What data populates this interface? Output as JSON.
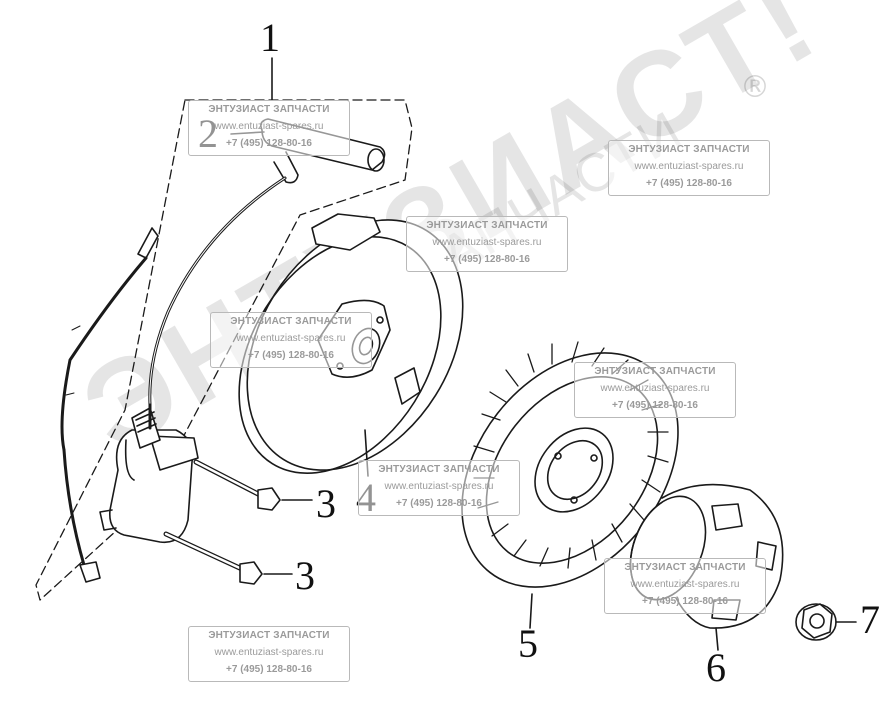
{
  "callouts": {
    "c1": "1",
    "c2": "2",
    "c3a": "3",
    "c3b": "3",
    "c4": "4",
    "c5": "5",
    "c6": "6",
    "c7": "7"
  },
  "watermark": {
    "big_text": "ЭНТУЗИАСТ!",
    "small_text": "ЗАПЧАСТИ",
    "registered_mark": "®"
  },
  "stamps": [
    {
      "name": "ЭНТУЗИАСТ ЗАПЧАСТИ",
      "url": "www.entuziast-spares.ru",
      "phone": "+7 (495) 128-80-16"
    },
    {
      "name": "ЭНТУЗИАСТ ЗАПЧАСТИ",
      "url": "www.entuziast-spares.ru",
      "phone": "+7 (495) 128-80-16"
    },
    {
      "name": "ЭНТУЗИАСТ ЗАПЧАСТИ",
      "url": "www.entuziast-spares.ru",
      "phone": "+7 (495) 128-80-16"
    },
    {
      "name": "ЭНТУЗИАСТ ЗАПЧАСТИ",
      "url": "www.entuziast-spares.ru",
      "phone": "+7 (495) 128-80-16"
    },
    {
      "name": "ЭНТУЗИАСТ ЗАПЧАСТИ",
      "url": "www.entuziast-spares.ru",
      "phone": "+7 (495) 128-80-16"
    },
    {
      "name": "ЭНТУЗИАСТ ЗАПЧАСТИ",
      "url": "www.entuziast-spares.ru",
      "phone": "+7 (495) 128-80-16"
    },
    {
      "name": "ЭНТУЗИАСТ ЗАПЧАСТИ",
      "url": "www.entuziast-spares.ru",
      "phone": "+7 (495) 128-80-16"
    },
    {
      "name": "ЭНТУЗИАСТ ЗАПЧАСТИ",
      "url": "www.entuziast-spares.ru",
      "phone": "+7 (495) 128-80-16"
    }
  ]
}
